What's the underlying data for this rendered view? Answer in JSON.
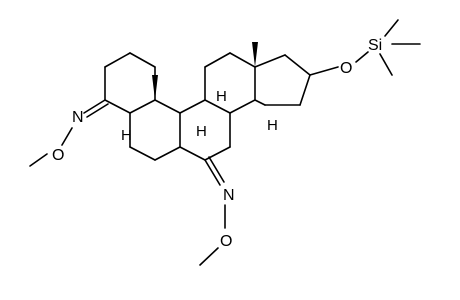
{
  "molecule": {
    "atoms": {
      "o1": "O",
      "n1": "N",
      "o2": "O",
      "n2": "N",
      "o3": "O",
      "si": "Si"
    },
    "stereo_h": {
      "h5": "H",
      "h8": "H",
      "h9": "H",
      "h14": "H"
    }
  },
  "colors": {
    "ink": "#000000",
    "background": "#ffffff"
  }
}
